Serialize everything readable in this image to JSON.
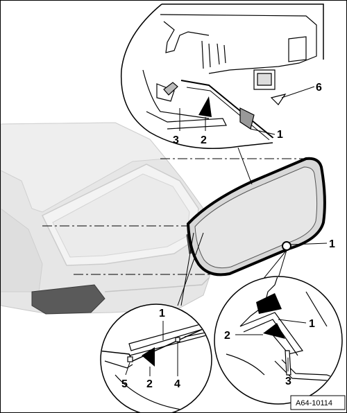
{
  "reference_code": "A64-10114",
  "callouts": {
    "top_detail": [
      "3",
      "2",
      "6",
      "1"
    ],
    "main_view": [
      "1"
    ],
    "bottom_left_detail": [
      "1",
      "5",
      "2",
      "4"
    ],
    "bottom_right_detail": [
      "1",
      "2",
      "3"
    ]
  },
  "colors": {
    "line": "#000000",
    "car_body": "#e4e4e4",
    "car_shade": "#cfcfcf",
    "taillight": "#555555",
    "glass_fill": "#dadada",
    "adhesive_bead": "#000000"
  }
}
